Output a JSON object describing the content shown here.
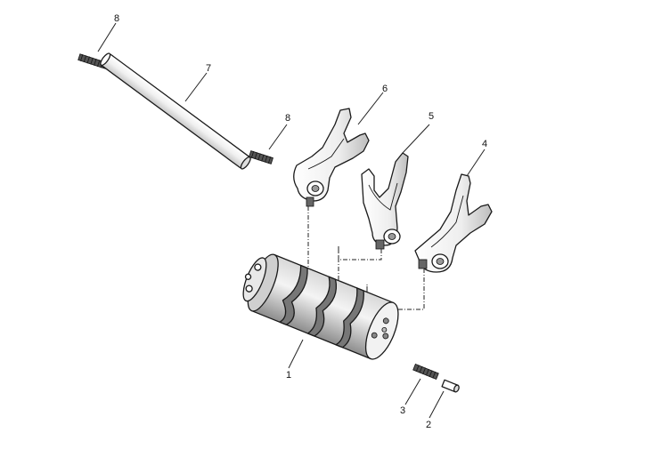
{
  "diagram": {
    "callouts": {
      "c1": "1",
      "c2": "2",
      "c3": "3",
      "c4": "4",
      "c5": "5",
      "c6": "6",
      "c7": "7",
      "c8a": "8",
      "c8b": "8"
    }
  }
}
